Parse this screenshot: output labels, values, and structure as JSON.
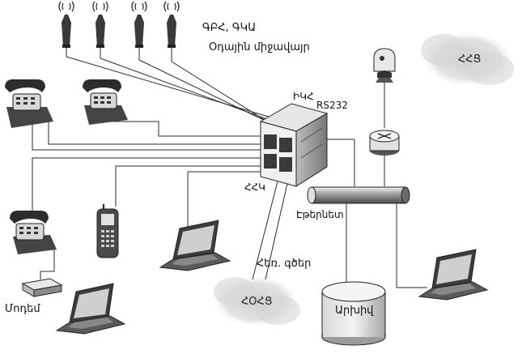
{
  "labels": {
    "radio_systems": "ԳԲՀ, ԳԿԱ",
    "air_medium": "Օդային միջավայր",
    "switch_name": "ԻԿՀ",
    "rs232": "RS232",
    "pbx_link": "ՀՀԿ",
    "ethernet": "Էթերնետ",
    "phone_lines": "Հեռ. գծեր",
    "modem": "Մոդեմ",
    "archive": "Արխիվ",
    "cloud_top": "ՀՀՑ",
    "cloud_bottom": "ՀՕՀՑ"
  },
  "colors": {
    "line": "#2a2a2a",
    "cloud": "#d9d9d9",
    "device_body": "#eaeaea",
    "device_dark": "#3a3a3a"
  }
}
